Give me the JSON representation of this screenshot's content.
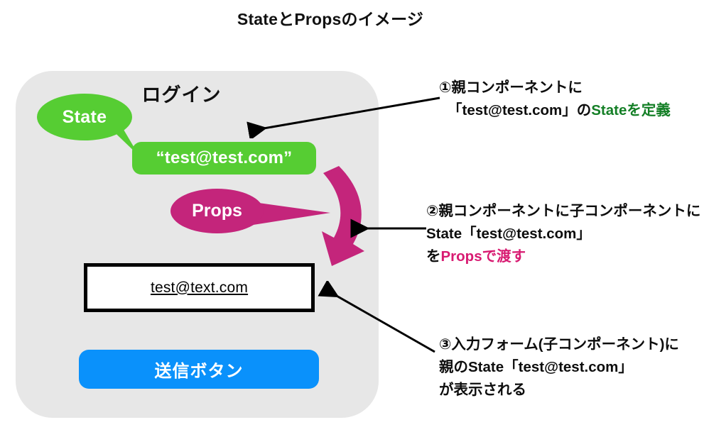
{
  "title": "StateとPropsのイメージ",
  "colors": {
    "panel_bg": "#e7e7e7",
    "state_green": "#56cd33",
    "props_magenta": "#c4257b",
    "button_blue": "#0a91fb",
    "accent_green_text": "#147f26",
    "accent_magenta_text": "#d81b72",
    "arrow_black": "#000000"
  },
  "panel": {
    "heading": "ログイン",
    "state_bubble": "State",
    "state_value": "“test@test.com”",
    "props_bubble": "Props",
    "input_value": "test@text.com",
    "submit_label": "送信ボタン"
  },
  "annotations": [
    {
      "id": "annotation-1",
      "line1": "①親コンポーネントに",
      "line2_prefix": "「test@test.com」の",
      "line2_accent": "Stateを定義",
      "accent_color": "#147f26"
    },
    {
      "id": "annotation-2",
      "line1": "②親コンポーネントに子コンポーネントに",
      "line2": "State「test@test.com」",
      "line3_prefix": "を",
      "line3_accent": "Propsで渡す",
      "accent_color": "#d81b72"
    },
    {
      "id": "annotation-3",
      "line1": "③入力フォーム(子コンポーネント)に",
      "line2": "親のState「test@test.com」",
      "line3": "が表示される"
    }
  ]
}
